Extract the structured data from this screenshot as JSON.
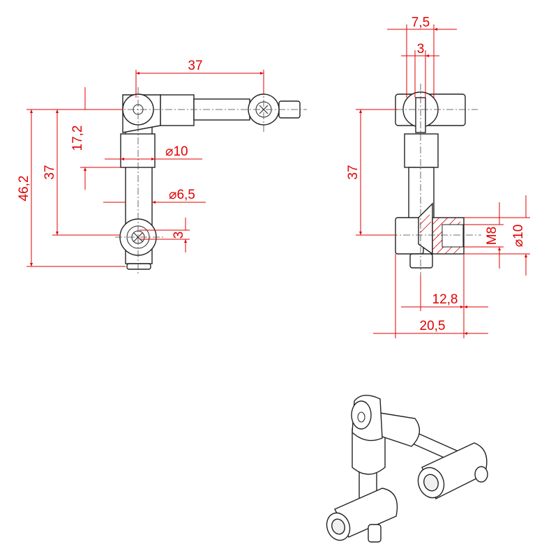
{
  "front_view": {
    "dim_width": "37",
    "dim_sleeve": "17,2",
    "dim_height": "37",
    "dim_total": "46,2",
    "dim_sleeve_dia": "⌀10",
    "dim_rod_dia": "⌀6,5",
    "dim_offset": "3"
  },
  "side_view": {
    "dim_width": "7,5",
    "dim_slot": "3",
    "dim_height": "37",
    "dim_thread": "M8",
    "dim_dia": "⌀10",
    "dim_depth": "12,8",
    "dim_total": "20,5"
  },
  "colors": {
    "dimension": "#e00000",
    "outline": "#222222"
  }
}
